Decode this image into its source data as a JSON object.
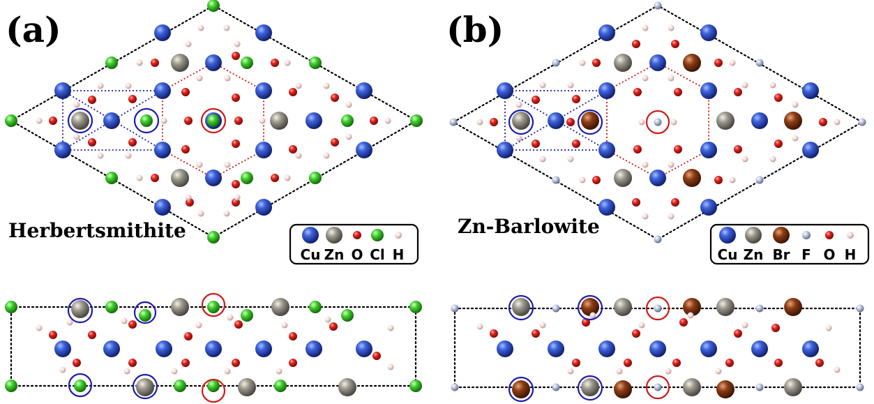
{
  "panels": [
    {
      "tag": "(a)",
      "material": "Herbertsmithite",
      "legend": [
        {
          "symbol": "Cu",
          "color": "#2b4fc9"
        },
        {
          "symbol": "Zn",
          "color": "#8e8b80"
        },
        {
          "symbol": "O",
          "color": "#e01a1a"
        },
        {
          "symbol": "Cl",
          "color": "#3ccf2a"
        },
        {
          "symbol": "H",
          "color": "#f0d2cf"
        }
      ]
    },
    {
      "tag": "(b)",
      "material": "Zn-Barlowite",
      "legend": [
        {
          "symbol": "Cu",
          "color": "#2b4fc9"
        },
        {
          "symbol": "Zn",
          "color": "#8e8b80"
        },
        {
          "symbol": "Br",
          "color": "#8a3a12"
        },
        {
          "symbol": "F",
          "color": "#b3bed6"
        },
        {
          "symbol": "O",
          "color": "#e01a1a"
        },
        {
          "symbol": "H",
          "color": "#f0d2cf"
        }
      ]
    }
  ],
  "colors": {
    "Cu": "#2b4fc9",
    "Zn": "#8e8b80",
    "O": "#e01a1a",
    "Cl": "#3ccf2a",
    "H": "#f0d2cf",
    "Br": "#8a3a12",
    "F": "#b3bed6",
    "ring_blue": "#1a1ab0",
    "ring_red": "#d01818"
  }
}
